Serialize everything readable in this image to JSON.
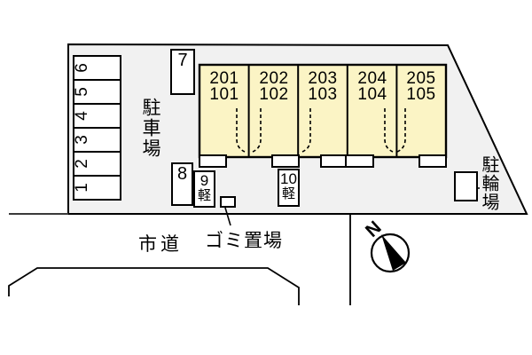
{
  "labels": {
    "parking_lot": "駐車場",
    "bicycle_parking": "駐輪場",
    "city_road": "市道",
    "garbage_area": "ゴミ置場"
  },
  "compass": {
    "north": "N"
  },
  "stalls_top_to_bottom": [
    "6",
    "5",
    "4",
    "3",
    "2",
    "1"
  ],
  "spaces": {
    "s7": "7",
    "s8": "8",
    "s9": {
      "num": "9",
      "kei": "軽"
    },
    "s10": {
      "num": "10",
      "kei": "軽"
    }
  },
  "building": {
    "units": [
      {
        "upper": "201",
        "lower": "101"
      },
      {
        "upper": "202",
        "lower": "102"
      },
      {
        "upper": "203",
        "lower": "103"
      },
      {
        "upper": "204",
        "lower": "104"
      },
      {
        "upper": "205",
        "lower": "105"
      }
    ]
  },
  "colors": {
    "site_fill": "#F1F1F1",
    "building_fill": "#FBF4C5",
    "line": "#000000",
    "background": "#FFFFFF"
  }
}
